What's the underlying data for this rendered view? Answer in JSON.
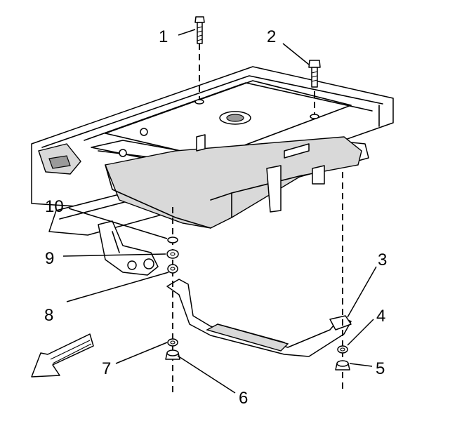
{
  "callouts": [
    {
      "id": "1",
      "label": "1"
    },
    {
      "id": "2",
      "label": "2"
    },
    {
      "id": "3",
      "label": "3"
    },
    {
      "id": "4",
      "label": "4"
    },
    {
      "id": "5",
      "label": "5"
    },
    {
      "id": "6",
      "label": "6"
    },
    {
      "id": "7",
      "label": "7"
    },
    {
      "id": "8",
      "label": "8"
    },
    {
      "id": "9",
      "label": "9"
    },
    {
      "id": "10",
      "label": "10"
    }
  ],
  "icons": {
    "direction_arrow": "arrow-front-icon"
  }
}
